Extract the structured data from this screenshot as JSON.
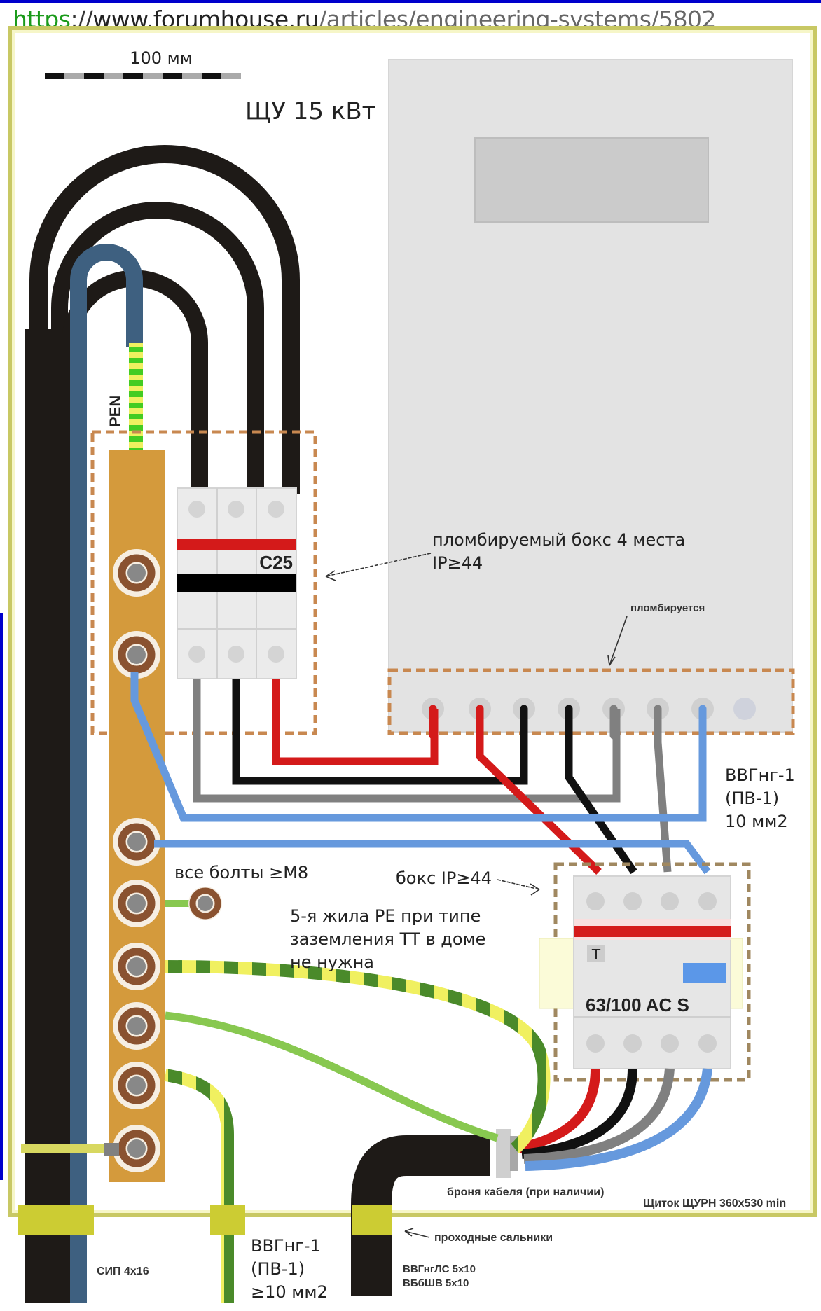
{
  "source_url": {
    "scheme": "https",
    "separator": "://",
    "host": "www.forumhouse.ru",
    "path": "/articles/engineering-systems/5802"
  },
  "scale_bar": {
    "label": "100 мм"
  },
  "title": "ЩУ 15 кВт",
  "labels": {
    "pen": "PEN",
    "breaker_rating": "C25",
    "sealed_box_line1": "пломбируемый бокс 4 места",
    "sealed_box_line2": "IP≥44",
    "sealed_note": "пломбируется",
    "wire_spec_line1": "ВВГнг-1",
    "wire_spec_line2": "(ПВ-1)",
    "wire_spec_line3": "10 мм2",
    "bolts_note": "все болты ≥М8",
    "rcd_box_note": "бокс IP≥44",
    "pe_note_line1": "5-я жила PE при типе",
    "pe_note_line2": "заземления ТТ в доме",
    "pe_note_line3": "не нужна",
    "rcd_test": "T",
    "rcd_rating": "63/100 AC  S",
    "armor_note": "броня кабеля (при наличии)",
    "enclosure_note": "Щиток ЩУРН 360x530 min",
    "glands_note": "проходные сальники",
    "sip_cable": "СИП 4x16",
    "ground_cable_line1": "ВВГнг-1",
    "ground_cable_line2": "(ПВ-1)",
    "ground_cable_line3": "≥10 мм2",
    "house_cable_line1": "ВВГнгЛС 5x10",
    "house_cable_line2": "ВБбШВ 5x10"
  },
  "colors": {
    "frame": "#c8c864",
    "gland": "#cccc33",
    "cable_black": "#1e1a17",
    "cable_sip_blue": "#3e6080",
    "wire_red": "#d41a1a",
    "wire_black": "#111111",
    "wire_grey": "#808080",
    "wire_blue": "#6699dd",
    "busbar": "#d49a3c",
    "dashed_box": "#c88850",
    "meter_body": "#e3e3e3",
    "meter_display": "#cbcbcb",
    "pe_green": "#4a8a2a",
    "pe_yellow": "#f0f060",
    "light_green": "#88c850",
    "border_blue": "#0000cc"
  },
  "meter_terminals": [
    {
      "wire": "red"
    },
    {
      "wire": "red"
    },
    {
      "wire": "black"
    },
    {
      "wire": "black"
    },
    {
      "wire": "grey"
    },
    {
      "wire": "grey"
    },
    {
      "wire": "blue"
    },
    {
      "wire": "none"
    }
  ],
  "busbar_bolts": 8
}
